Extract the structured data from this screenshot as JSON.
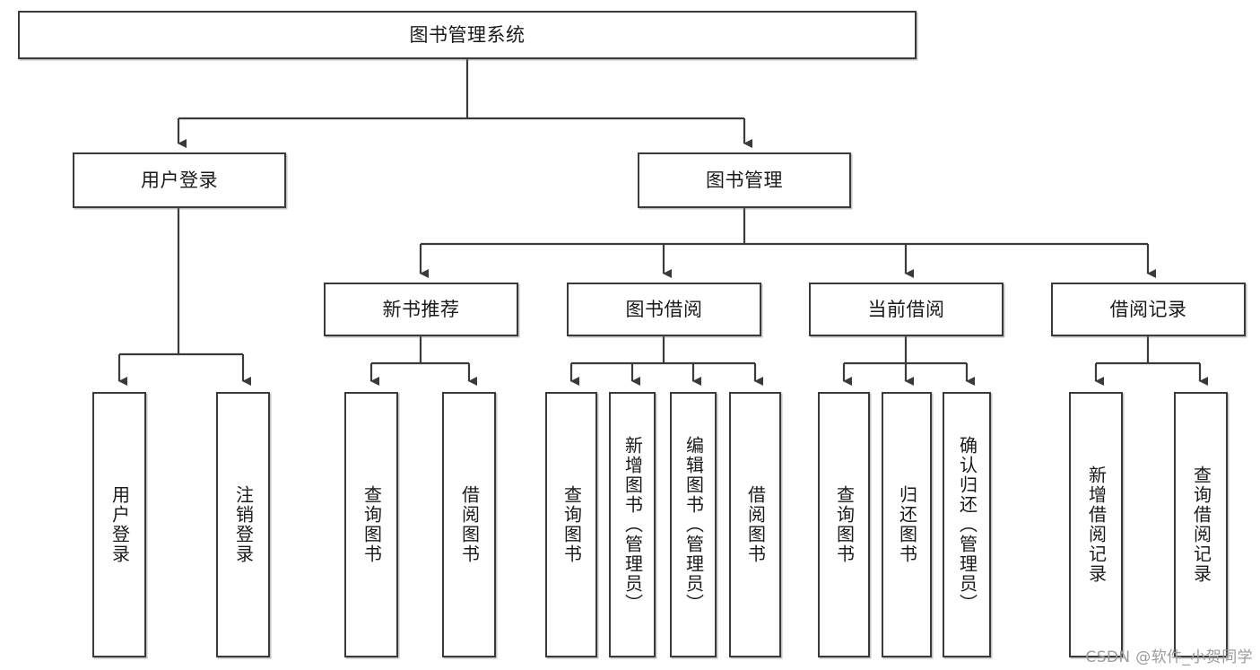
{
  "diagram": {
    "type": "tree-hierarchy",
    "title": "图书管理系统",
    "root": {
      "id": "root",
      "label": "图书管理系统"
    },
    "level2": [
      {
        "id": "user-login",
        "label": "用户登录"
      },
      {
        "id": "book-manage",
        "label": "图书管理"
      }
    ],
    "level3": [
      {
        "id": "new-book-recommend",
        "label": "新书推荐",
        "parent": "book-manage"
      },
      {
        "id": "book-borrow",
        "label": "图书借阅",
        "parent": "book-manage"
      },
      {
        "id": "current-borrow",
        "label": "当前借阅",
        "parent": "book-manage"
      },
      {
        "id": "borrow-record",
        "label": "借阅记录",
        "parent": "book-manage"
      }
    ],
    "leaves": [
      {
        "id": "leaf-user-login",
        "label": "用户登录",
        "parent": "user-login"
      },
      {
        "id": "leaf-user-logout",
        "label": "注销登录",
        "parent": "user-login"
      },
      {
        "id": "leaf-query-book-1",
        "label": "查询图书",
        "parent": "new-book-recommend"
      },
      {
        "id": "leaf-borrow-book-1",
        "label": "借阅图书",
        "parent": "new-book-recommend"
      },
      {
        "id": "leaf-query-book-2",
        "label": "查询图书",
        "parent": "book-borrow"
      },
      {
        "id": "leaf-add-book",
        "label": "新增图书（管理员）",
        "parent": "book-borrow"
      },
      {
        "id": "leaf-edit-book",
        "label": "编辑图书（管理员）",
        "parent": "book-borrow"
      },
      {
        "id": "leaf-borrow-book-2",
        "label": "借阅图书",
        "parent": "book-borrow"
      },
      {
        "id": "leaf-query-book-3",
        "label": "查询图书",
        "parent": "current-borrow"
      },
      {
        "id": "leaf-return-book",
        "label": "归还图书",
        "parent": "current-borrow"
      },
      {
        "id": "leaf-confirm-return",
        "label": "确认归还（管理员）",
        "parent": "current-borrow"
      },
      {
        "id": "leaf-add-record",
        "label": "新增借阅记录",
        "parent": "borrow-record"
      },
      {
        "id": "leaf-query-record",
        "label": "查询借阅记录",
        "parent": "borrow-record"
      }
    ],
    "colors": {
      "stroke": "#3a3a3a",
      "text": "#1a1a1a",
      "background": "#ffffff",
      "watermark": "#9b9b9b"
    }
  },
  "watermark": {
    "text": "CSDN @软件_小贺同学"
  }
}
